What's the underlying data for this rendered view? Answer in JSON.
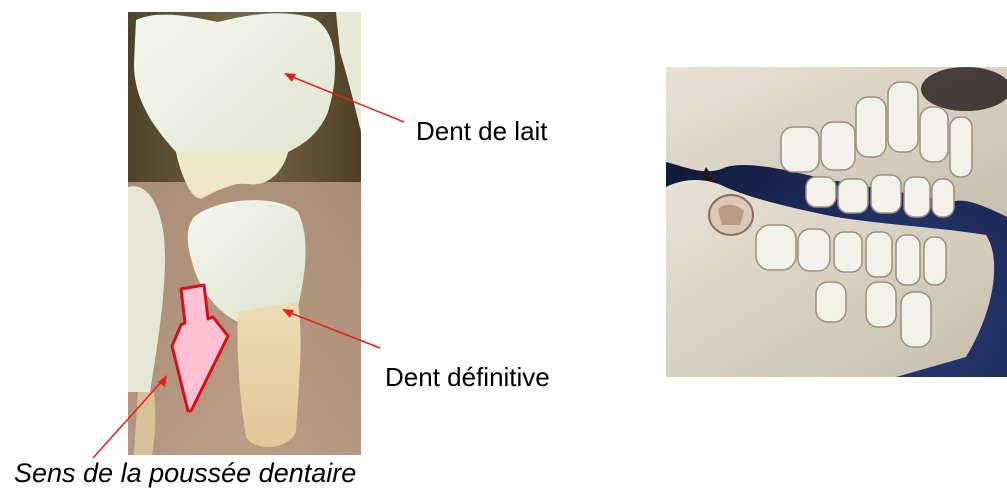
{
  "labels": {
    "milk_tooth": "Dent de lait",
    "permanent_tooth": "Dent définitive",
    "eruption_direction": "Sens de la poussée dentaire"
  },
  "colors": {
    "annotation_line": "#e8201c",
    "arrow_fill": "#ffc2d4",
    "arrow_stroke": "#d8101c",
    "photo_background": "#6a5a3e",
    "skull_background": "#1c2a5c"
  },
  "images": {
    "left": "tooth-cross-section-photo",
    "right": "child-skull-mixed-dentition-photo"
  }
}
